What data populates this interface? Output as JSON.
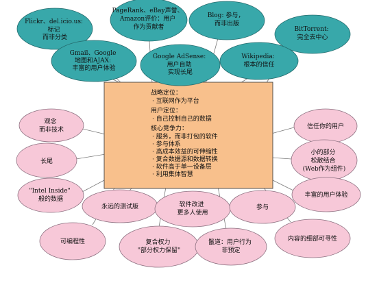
{
  "colors": {
    "teal_node": "#38a8aa",
    "pink_node": "#f7c8d8",
    "center_box": "#f8c08c",
    "connector": "#7a7a7a"
  },
  "examples": {
    "flickr": [
      "Flickr、del.icio.us:",
      "标记",
      "而非分类"
    ],
    "pagerank": [
      "PageRank、eBay声誉、",
      "Amazon评价：用户",
      "作为贡献者"
    ],
    "blog": [
      "Blog: 参与，",
      "而非出版"
    ],
    "bittorrent": [
      "BitTorrent:",
      "完全去中心"
    ],
    "gmail": [
      "Gmail、Google",
      "地图和AJAX:",
      "丰富的用户体验"
    ],
    "adsense": [
      "Google AdSense:",
      "用户自助",
      "实现长尾"
    ],
    "wikipedia": [
      "Wikipedia:",
      "根本的信任"
    ]
  },
  "center": {
    "strategy_heading": "战略定位：",
    "strategy_items": [
      "· 互联网作为平台"
    ],
    "user_heading": "用户定位：",
    "user_items": [
      "· 自己控制自己的数据"
    ],
    "core_heading": "核心竞争力：",
    "core_items": [
      "· 服务，而非打包的软件",
      "· 参与体系",
      "· 高成本效益的可伸缩性",
      "· 复合数据源和数据转换",
      "· 软件高于单一设备层",
      "· 利用集体智慧"
    ]
  },
  "principles": {
    "attitude": [
      "观念",
      "而非技术"
    ],
    "long_tail": [
      "长尾"
    ],
    "intel_inside": [
      "\"Intel Inside\"",
      "般的数据"
    ],
    "hackability": [
      "可编程性"
    ],
    "perpetual_beta": [
      "永远的测试版"
    ],
    "software_better": [
      "软件改进",
      "更多人使用"
    ],
    "participation": [
      "参与"
    ],
    "rights": [
      "复合权力",
      "\"部分权力保留\""
    ],
    "play": [
      "鬣道：用户行为",
      "非预定"
    ],
    "granular": [
      "内容的细部可寻性"
    ],
    "trust_users": [
      "信任你的用户"
    ],
    "small_pieces": [
      "小的部分",
      "松散结合",
      "(Web作为组件)"
    ],
    "rich_ux": [
      "丰富的用户体验"
    ]
  }
}
